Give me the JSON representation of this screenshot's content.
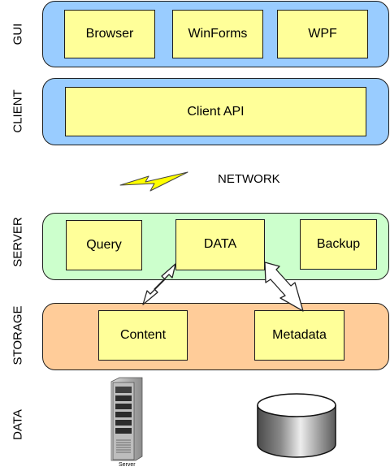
{
  "colors": {
    "gui_fill": "#99ccff",
    "client_fill": "#99ccff",
    "server_fill": "#ccffcc",
    "storage_fill": "#ffcc99",
    "box_fill": "#ffff99",
    "lightning_fill": "#ffff00"
  },
  "layers": {
    "gui": {
      "label": "GUI",
      "boxes": [
        "Browser",
        "WinForms",
        "WPF"
      ]
    },
    "client": {
      "label": "CLIENT",
      "boxes": [
        "Client API"
      ]
    },
    "network": {
      "label": "NETWORK",
      "icon": "lightning-icon"
    },
    "server": {
      "label": "SERVER",
      "boxes": [
        "Query",
        "DATA",
        "Backup"
      ]
    },
    "storage": {
      "label": "STORAGE",
      "boxes": [
        "Content",
        "Metadata"
      ]
    },
    "data": {
      "label": "DATA",
      "server_icon": "server-tower-icon",
      "server_caption": "Server",
      "database_icon": "database-cylinder-icon"
    }
  },
  "connections": [
    {
      "from": "DATA",
      "to": "Content",
      "type": "double-arrow"
    },
    {
      "from": "DATA",
      "to": "Metadata",
      "type": "double-arrow"
    }
  ]
}
